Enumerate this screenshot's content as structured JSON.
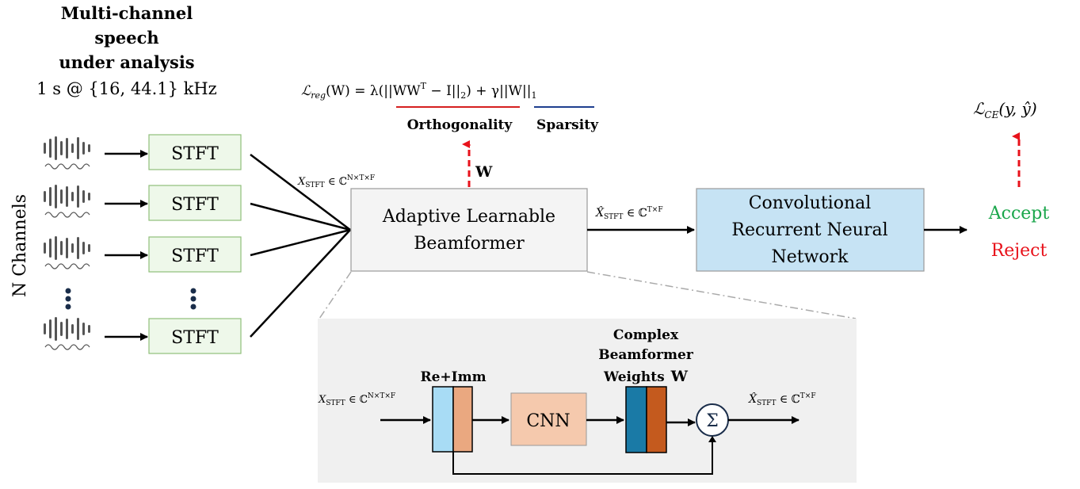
{
  "input": {
    "title_line1": "Multi-channel",
    "title_line2": "speech",
    "title_line3": "under analysis",
    "title_line4": "1 s @ {16, 44.1} kHz",
    "channels_label": "N Channels"
  },
  "stft": {
    "label": "STFT",
    "count": 4
  },
  "beamformer": {
    "line1": "Adaptive Learnable",
    "line2": "Beamformer"
  },
  "crnn": {
    "line1": "Convolutional",
    "line2": "Recurrent Neural",
    "line3": "Network"
  },
  "reg_loss": {
    "lhs": "ℒ",
    "lhs_sub": "reg",
    "lhs_arg": "(W) = λ(||WW",
    "sup_T": "T",
    "mid": " − I||",
    "sub2": "2",
    "rest": ") + γ||W||",
    "sub1": "1",
    "orth_label": "Orthogonality",
    "sparse_label": "Sparsity"
  },
  "ce_loss": {
    "lhs": "ℒ",
    "lhs_sub": "CE",
    "arg": "(y, ŷ)"
  },
  "weights_arrow_label": "W",
  "x_stft_label": {
    "base": "X",
    "sub": "STFT",
    "rel": " ∈ ℂ",
    "sup": "N×T×F"
  },
  "x_hat_label": {
    "base": "X̂",
    "sub": "STFT",
    "rel": " ∈ ℂ",
    "sup": "T×F"
  },
  "outputs": {
    "accept": "Accept",
    "reject": "Reject"
  },
  "detail": {
    "reimm_label": "Re+Imm",
    "cnn_label": "CNN",
    "weights_line1": "Complex",
    "weights_line2": "Beamformer",
    "weights_line3": "Weights",
    "weights_symbol": "W",
    "sum_symbol": "Σ"
  },
  "colors": {
    "stft_fill": "#eef8ea",
    "stft_stroke": "#8fbf7a",
    "beamformer_fill": "#f4f4f4",
    "crnn_fill": "#c6e3f4",
    "detail_bg": "#f0f0f0",
    "accept": "#1aa64b",
    "reject": "#e8121b",
    "orth_underline": "#d62020",
    "sparse_underline": "#1f3f8f",
    "arrow_dashed": "#e8121b",
    "reimm_left": "#a8dcf5",
    "reimm_right": "#eaa880",
    "cnn_fill": "#f5c9ad",
    "weights_left": "#1a7aa6",
    "weights_right": "#c45a1e",
    "waveform": "#555555"
  },
  "icons": [
    "waveform-icon",
    "vertical-ellipsis-icon",
    "summation-icon"
  ]
}
